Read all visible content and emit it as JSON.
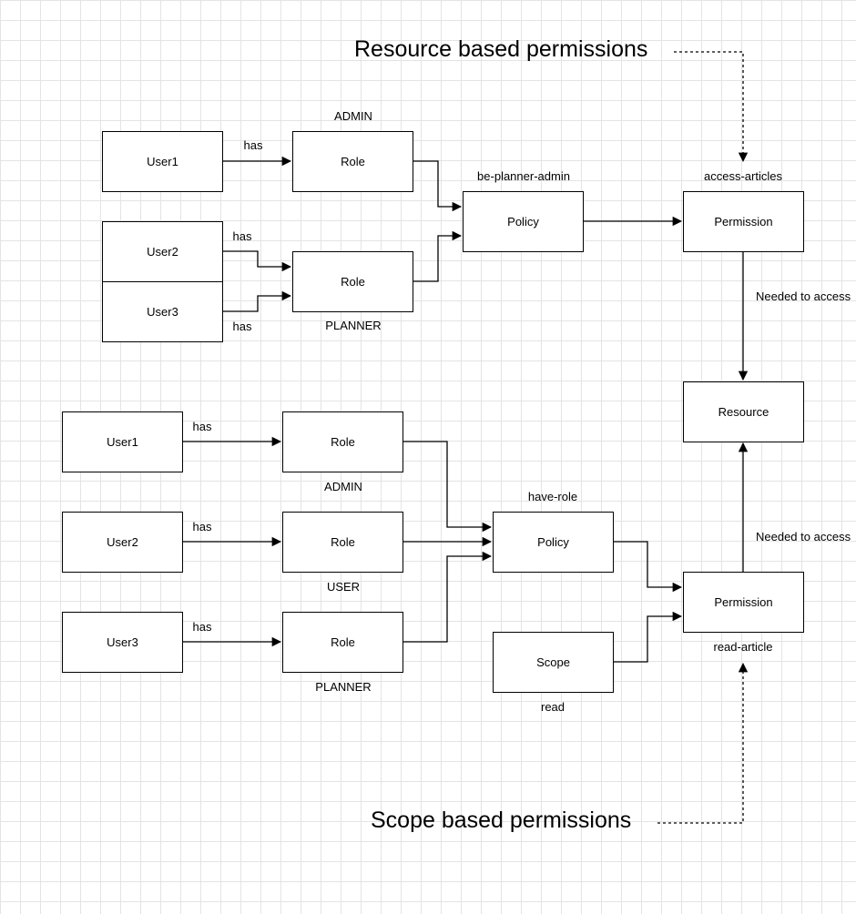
{
  "headings": {
    "resource": "Resource based permissions",
    "scope": "Scope based permissions"
  },
  "top": {
    "user1": "User1",
    "user2": "User2",
    "user3": "User3",
    "role_admin": "Role",
    "role_planner": "Role",
    "policy": "Policy",
    "permission": "Permission",
    "edge_has_1": "has",
    "edge_has_2": "has",
    "edge_has_3": "has",
    "admin_label": "ADMIN",
    "planner_label": "PLANNER",
    "policy_label": "be-planner-admin",
    "permission_label": "access-articles",
    "needed_label": "Needed to access"
  },
  "resource": "Resource",
  "bottom": {
    "user1": "User1",
    "user2": "User2",
    "user3": "User3",
    "role_admin": "Role",
    "role_user": "Role",
    "role_planner": "Role",
    "policy": "Policy",
    "scope": "Scope",
    "permission": "Permission",
    "edge_has_1": "has",
    "edge_has_2": "has",
    "edge_has_3": "has",
    "admin_label": "ADMIN",
    "user_label": "USER",
    "planner_label": "PLANNER",
    "policy_label": "have-role",
    "scope_label": "read",
    "permission_label": "read-article",
    "needed_label": "Needed to access"
  }
}
